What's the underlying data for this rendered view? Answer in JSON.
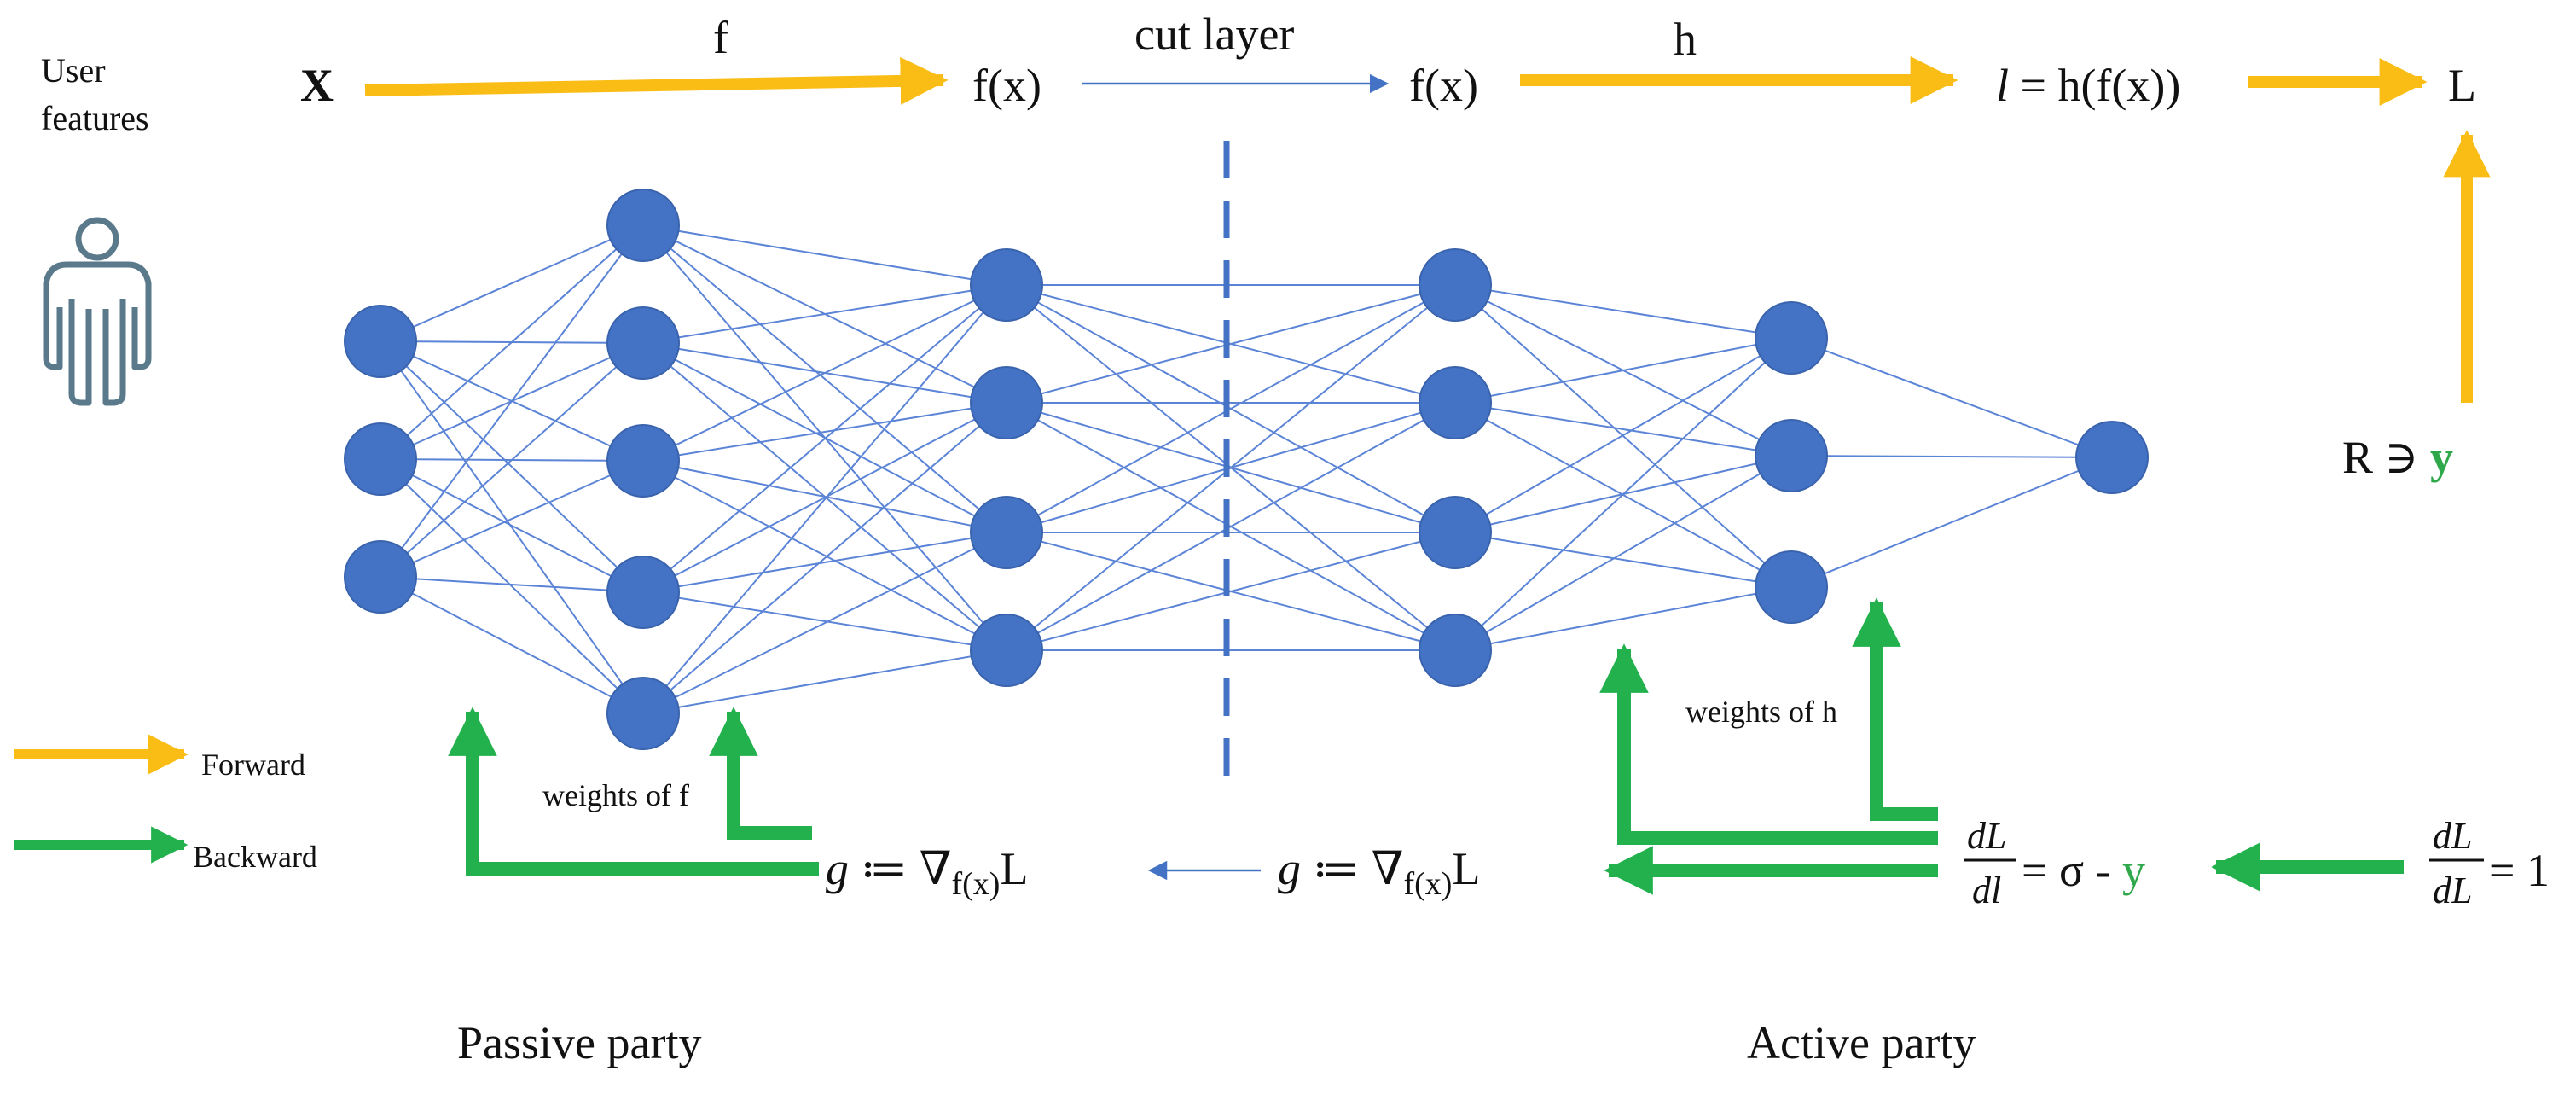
{
  "user": {
    "label_line1": "User",
    "label_line2": "features",
    "icon": "person-icon"
  },
  "forward_flow": {
    "input": "X",
    "f_label": "f",
    "fx_left": "f(x)",
    "cut_layer": "cut layer",
    "fx_right": "f(x)",
    "h_label": "h",
    "l_prefix": "l",
    "l_rest": " = h(f(x))",
    "loss": "L"
  },
  "label_set": {
    "prefix": "R ∋ ",
    "y": "y"
  },
  "network": {
    "layers": [
      3,
      5,
      4,
      4,
      3,
      1
    ]
  },
  "legend": {
    "forward": "Forward",
    "backward": "Backward"
  },
  "weights": {
    "f": "weights of f",
    "h": "weights of h"
  },
  "backward_flow": {
    "g_left": {
      "g": "g",
      "assign": " ≔ ∇",
      "sub": "f(x)",
      "tail": "L"
    },
    "g_right": {
      "g": "g",
      "assign": " ≔ ∇",
      "sub": "f(x)",
      "tail": "L"
    },
    "dLdl": {
      "num": "dL",
      "den": "dl",
      "eq": "= σ - ",
      "y": "y"
    },
    "dLdL": {
      "num": "dL",
      "den": "dL",
      "eq": "= 1"
    }
  },
  "parties": {
    "passive": "Passive party",
    "active": "Active party"
  },
  "colors": {
    "forward": "#f9bd16",
    "backward": "#22b14c",
    "node": "#4472c4",
    "link": "#5b84d6",
    "icon": "#5a7a8c"
  }
}
